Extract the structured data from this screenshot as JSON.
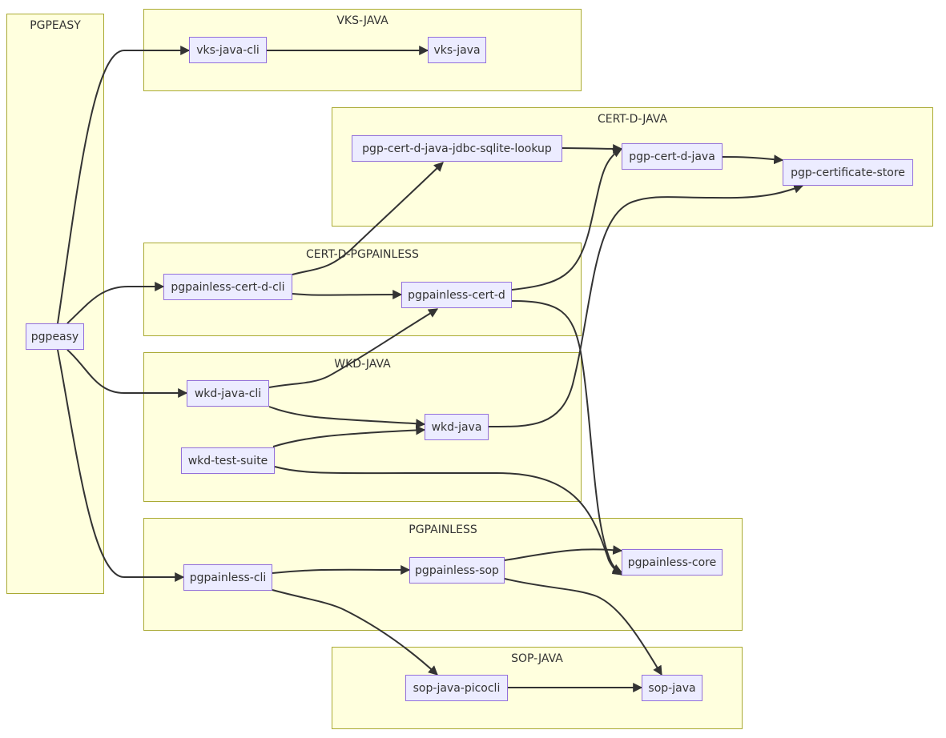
{
  "clusters": {
    "pgpeasy": "PGPEASY",
    "vks_java": "VKS-JAVA",
    "cert_d_java": "CERT-D-JAVA",
    "cert_d_pgpainless": "CERT-D-PGPAINLESS",
    "wkd_java": "WKD-JAVA",
    "pgpainless": "PGPAINLESS",
    "sop_java": "SOP-JAVA"
  },
  "nodes": {
    "pgpeasy": "pgpeasy",
    "vks_java_cli": "vks-java-cli",
    "vks_java": "vks-java",
    "pgp_cert_d_java_jdbc_sqlite_lookup": "pgp-cert-d-java-jdbc-sqlite-lookup",
    "pgp_cert_d_java": "pgp-cert-d-java",
    "pgp_certificate_store": "pgp-certificate-store",
    "pgpainless_cert_d_cli": "pgpainless-cert-d-cli",
    "pgpainless_cert_d": "pgpainless-cert-d",
    "wkd_java_cli": "wkd-java-cli",
    "wkd_java": "wkd-java",
    "wkd_test_suite": "wkd-test-suite",
    "pgpainless_cli": "pgpainless-cli",
    "pgpainless_sop": "pgpainless-sop",
    "pgpainless_core": "pgpainless-core",
    "sop_java_picocli": "sop-java-picocli",
    "sop_java": "sop-java"
  },
  "edges": [
    {
      "from": "pgpeasy",
      "to": "vks-java-cli"
    },
    {
      "from": "pgpeasy",
      "to": "pgpainless-cert-d-cli"
    },
    {
      "from": "pgpeasy",
      "to": "wkd-java-cli"
    },
    {
      "from": "pgpeasy",
      "to": "pgpainless-cli"
    },
    {
      "from": "vks-java-cli",
      "to": "vks-java"
    },
    {
      "from": "pgp-cert-d-java-jdbc-sqlite-lookup",
      "to": "pgp-cert-d-java"
    },
    {
      "from": "pgp-cert-d-java",
      "to": "pgp-certificate-store"
    },
    {
      "from": "pgpainless-cert-d-cli",
      "to": "pgp-cert-d-java-jdbc-sqlite-lookup"
    },
    {
      "from": "pgpainless-cert-d-cli",
      "to": "pgpainless-cert-d"
    },
    {
      "from": "pgpainless-cert-d",
      "to": "pgp-cert-d-java"
    },
    {
      "from": "pgpainless-cert-d",
      "to": "pgpainless-core"
    },
    {
      "from": "wkd-java-cli",
      "to": "pgpainless-cert-d"
    },
    {
      "from": "wkd-java-cli",
      "to": "wkd-java"
    },
    {
      "from": "wkd-test-suite",
      "to": "wkd-java"
    },
    {
      "from": "wkd-test-suite",
      "to": "pgpainless-core"
    },
    {
      "from": "wkd-java",
      "to": "pgp-certificate-store"
    },
    {
      "from": "pgpainless-cli",
      "to": "pgpainless-sop"
    },
    {
      "from": "pgpainless-cli",
      "to": "sop-java-picocli"
    },
    {
      "from": "pgpainless-sop",
      "to": "pgpainless-core"
    },
    {
      "from": "pgpainless-sop",
      "to": "sop-java"
    },
    {
      "from": "sop-java-picocli",
      "to": "sop-java"
    }
  ],
  "colors": {
    "cluster_fill": "#ffffde",
    "cluster_border": "#aaaa33",
    "node_fill": "#ececff",
    "node_border": "#9370db",
    "edge": "#333333",
    "text": "#333333"
  }
}
